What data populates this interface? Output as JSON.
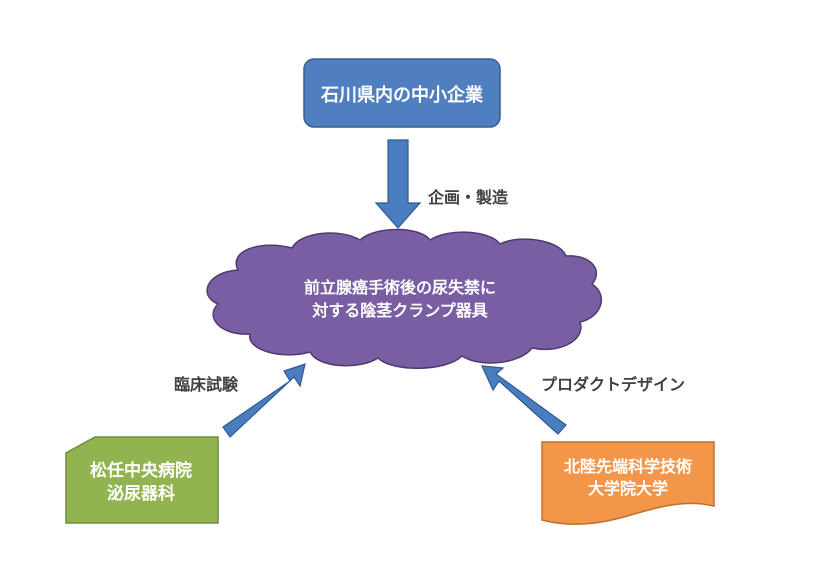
{
  "diagram": {
    "colors": {
      "top_box": "#4f7fbf",
      "top_box_border": "#3a5f8f",
      "cloud": "#7a5ea3",
      "cloud_border": "#4e3a6e",
      "arrow": "#4a7dc0",
      "arrow_border": "#2f5a92",
      "hospital_box": "#92b450",
      "hospital_border": "#6f8c3a",
      "univ_box": "#f4964a",
      "univ_border": "#c0702c",
      "label_text": "#404040"
    },
    "nodes": {
      "company": {
        "label": "石川県内の中小企業"
      },
      "product": {
        "line1": "前立腺癌手術後の尿失禁に",
        "line2": "対する陰茎クランプ器具"
      },
      "hospital": {
        "line1": "松任中央病院",
        "line2": "泌尿器科"
      },
      "university": {
        "line1": "北陸先端科学技術",
        "line2": "大学院大学"
      }
    },
    "edges": {
      "company_to_product": {
        "label": "企画・製造"
      },
      "hospital_to_product": {
        "label": "臨床試験"
      },
      "university_to_product": {
        "label": "プロダクトデザイン"
      }
    }
  }
}
